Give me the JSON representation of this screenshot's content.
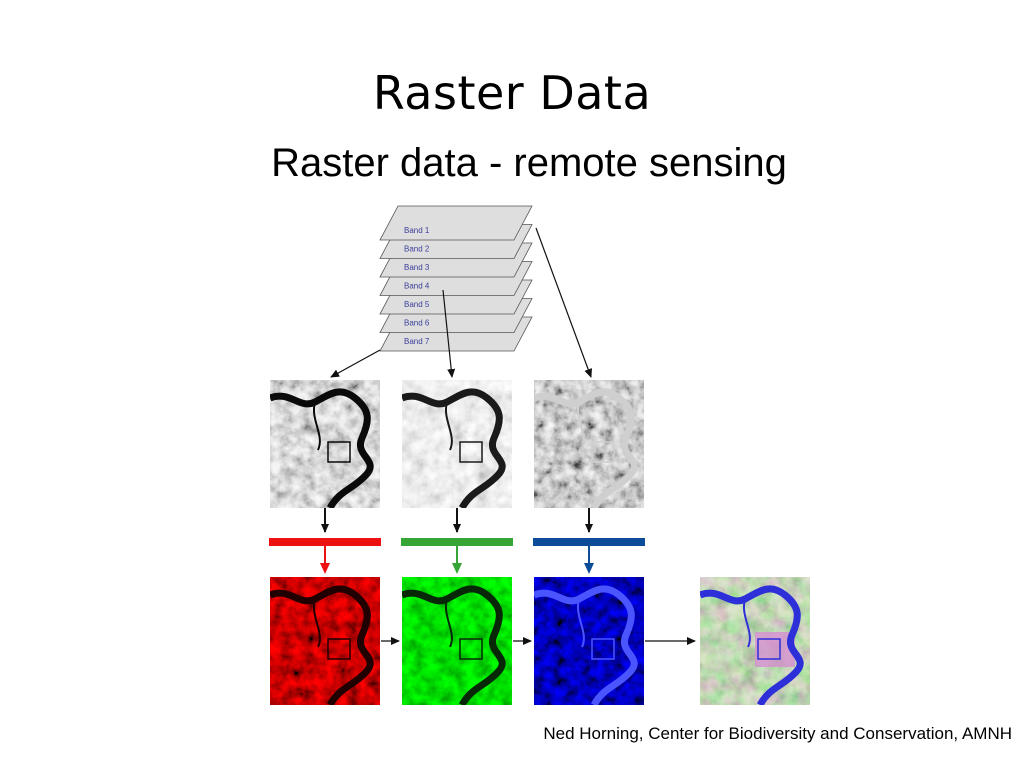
{
  "title": "Raster Data",
  "subtitle": "Raster data - remote sensing",
  "credit": "Ned Horning, Center for Biodiversity and Conservation, AMNH",
  "bands": [
    "Band 1",
    "Band 2",
    "Band 3",
    "Band 4",
    "Band 5",
    "Band 6",
    "Band 7"
  ],
  "colors": {
    "band_label": "#3b3f9a",
    "band_fill": "#dedede",
    "red_channel": "#ee1111",
    "green_channel": "#35a535",
    "blue_channel": "#0d4c99",
    "arrow": "#111111"
  },
  "channel_order": [
    "red",
    "green",
    "blue"
  ]
}
